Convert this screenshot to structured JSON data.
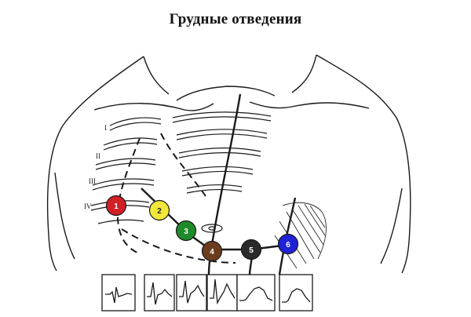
{
  "title": "Грудные отведения",
  "rib_labels": [
    "I",
    "II",
    "III",
    "IV"
  ],
  "electrodes": [
    {
      "label": "1",
      "color": "#d21f26",
      "text_color": "#ffffff"
    },
    {
      "label": "2",
      "color": "#f3e83a",
      "text_color": "#222222"
    },
    {
      "label": "3",
      "color": "#1e8a2a",
      "text_color": "#ffffff"
    },
    {
      "label": "4",
      "color": "#6b3d1d",
      "text_color": "#ffffff"
    },
    {
      "label": "5",
      "color": "#2a2a2a",
      "text_color": "#ffffff"
    },
    {
      "label": "6",
      "color": "#1f22d6",
      "text_color": "#ffffff"
    }
  ],
  "colors": {
    "line": "#1a1a1a",
    "background": "#ffffff"
  }
}
